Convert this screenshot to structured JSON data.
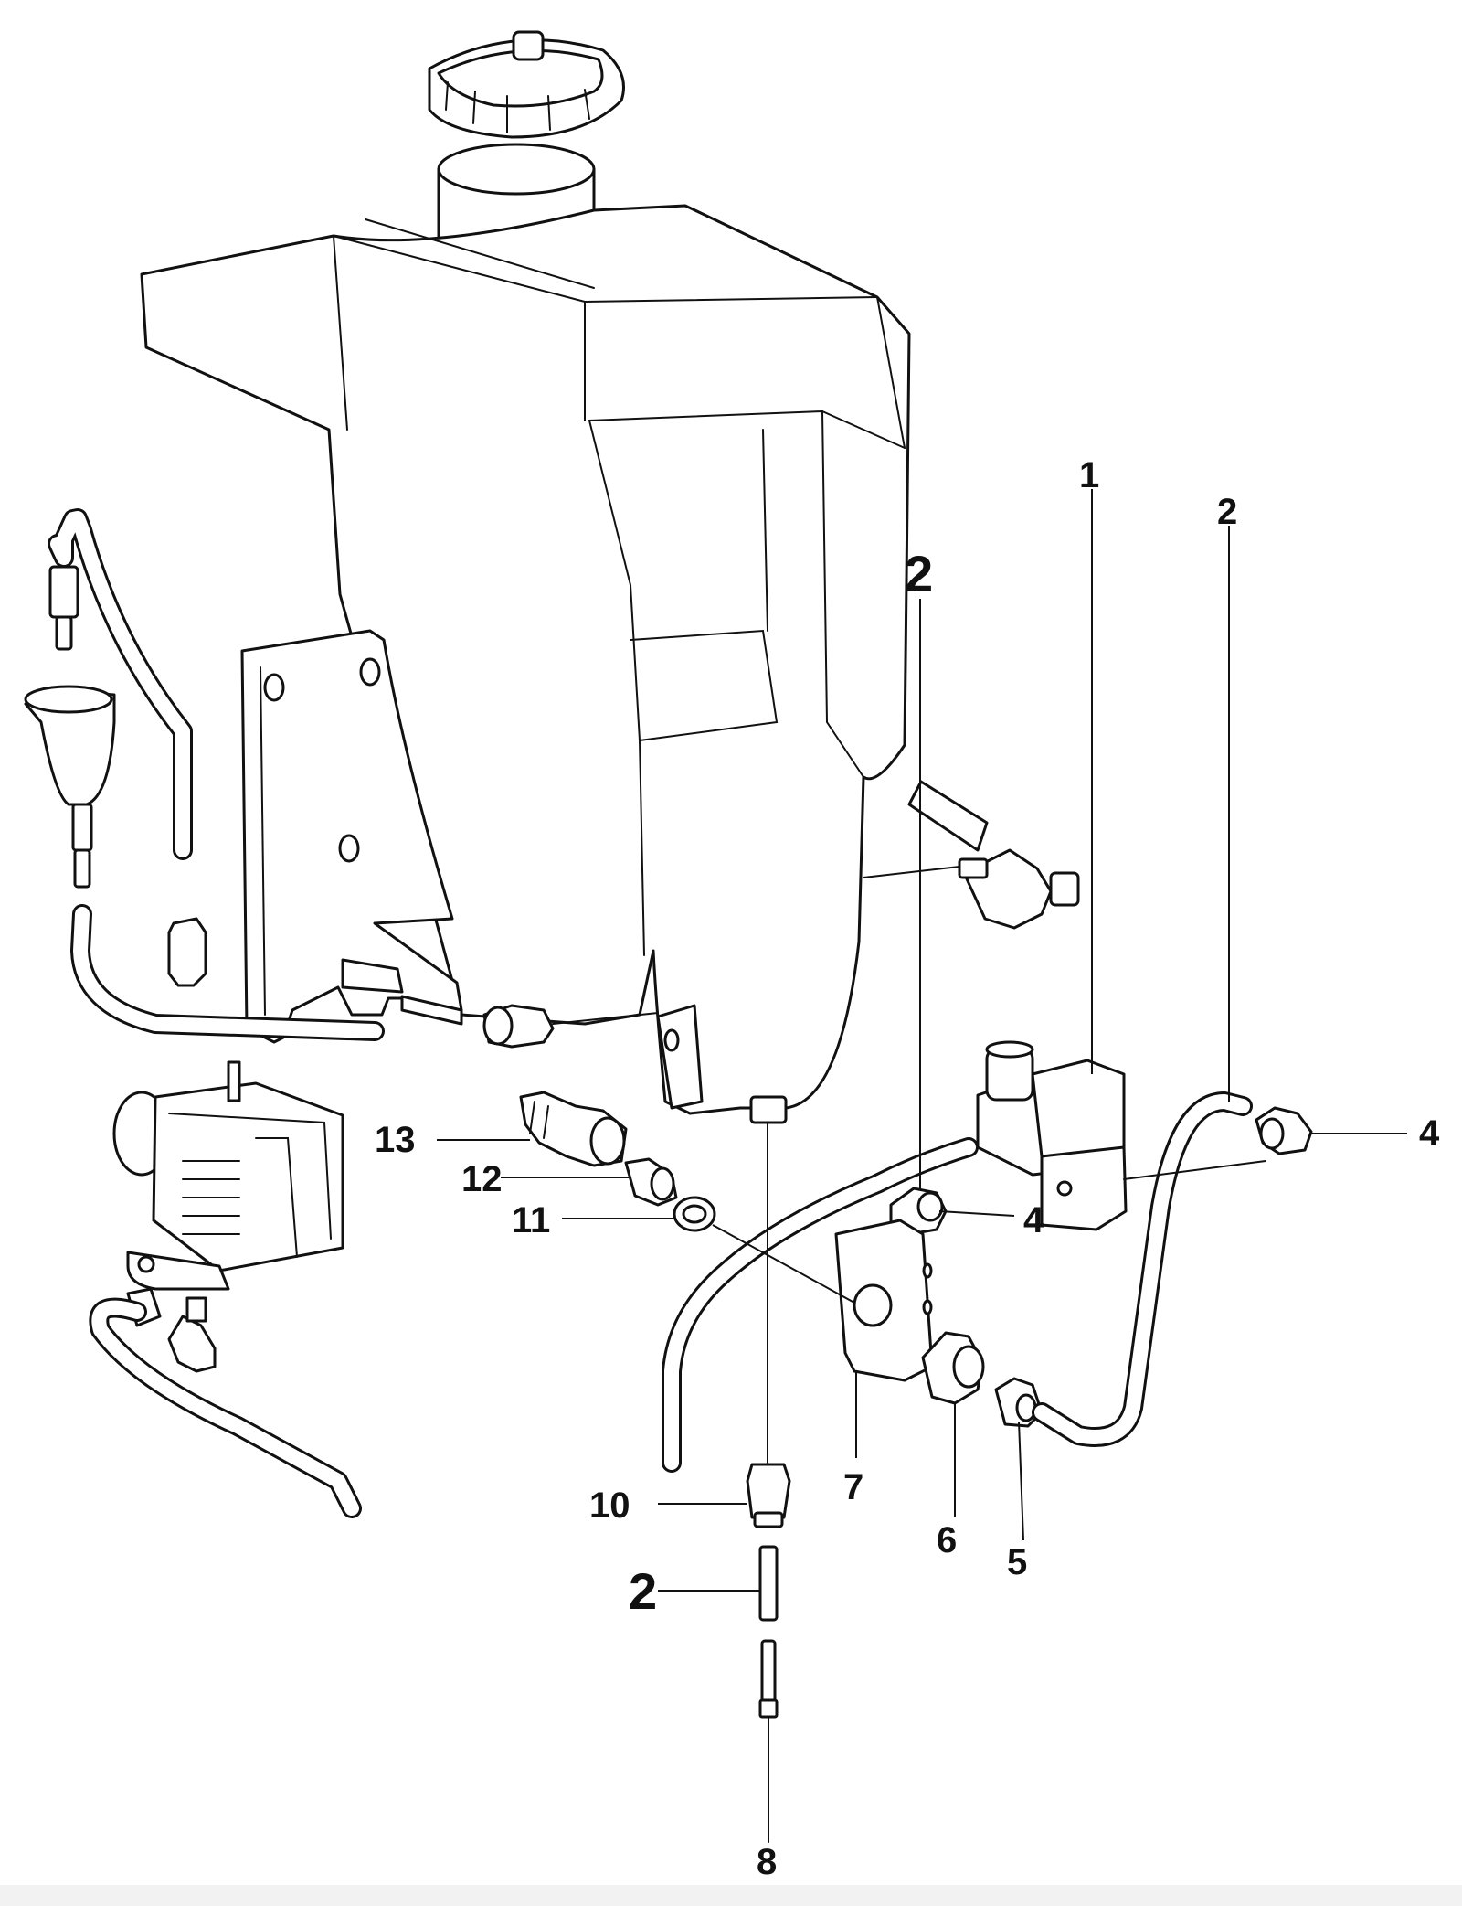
{
  "callouts": {
    "c1": "1",
    "c2_top": "2",
    "c2_bold": "2",
    "c2_bottom": "2",
    "c4_right": "4",
    "c4_mid": "4",
    "c5": "5",
    "c6": "6",
    "c7": "7",
    "c8": "8",
    "c10": "10",
    "c11": "11",
    "c12": "12",
    "c13": "13"
  }
}
